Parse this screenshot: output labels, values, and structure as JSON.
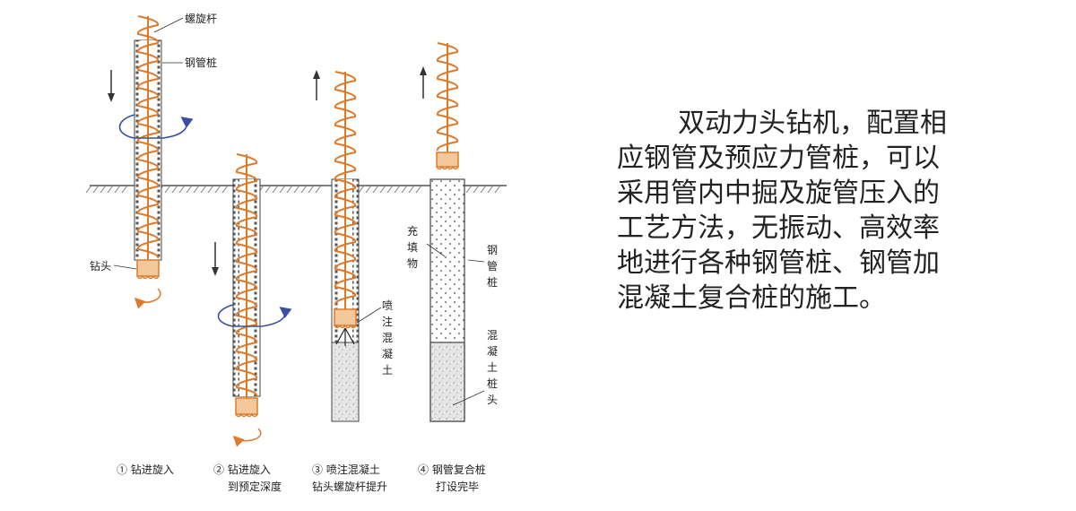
{
  "colors": {
    "auger": "#e07a2a",
    "pipe": "#555555",
    "rotation_arrow": "#3a4fa0",
    "ground": "#555555"
  },
  "labels": {
    "screw_rod": "螺旋杆",
    "steel_pipe_pile": "钢管桩",
    "drill_head": "钻头",
    "inject_concrete": [
      "喷",
      "注",
      "混",
      "凝",
      "土"
    ],
    "fill_material": [
      "充",
      "填",
      "物"
    ],
    "steel_pipe_v": [
      "钢",
      "管",
      "桩"
    ],
    "concrete_pile_head": [
      "混",
      "凝",
      "土",
      "桩",
      "头"
    ]
  },
  "steps": [
    {
      "line1": "① 钻进旋入",
      "line2": ""
    },
    {
      "line1": "② 钻进旋入",
      "line2": "到预定深度"
    },
    {
      "line1": "③ 喷注混凝土",
      "line2": "钻头螺旋杆提升"
    },
    {
      "line1": "④ 钢管复合桩",
      "line2": "打设完毕"
    }
  ],
  "description": {
    "lines": [
      "双动力头钻机，配置相",
      "应钢管及预应力管桩，可以",
      "采用管内中掘及旋管压入的",
      "工艺方法，无振动、高效率",
      "地进行各种钢管桩、钢管加",
      "混凝土复合桩的施工。"
    ]
  }
}
